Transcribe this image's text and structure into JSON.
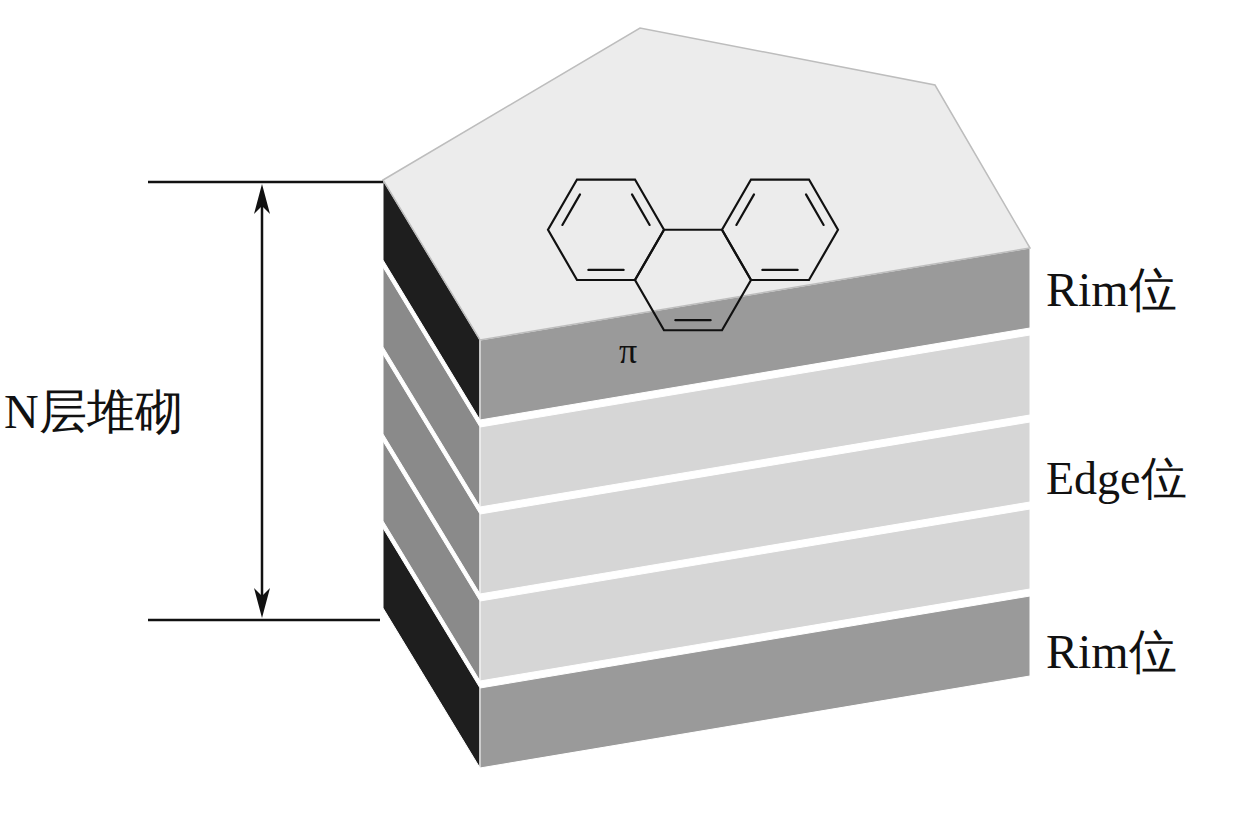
{
  "diagram": {
    "labels": [
      "N层堆砌",
      "π",
      "Rim位",
      "Edge位",
      "Rim位"
    ]
  }
}
